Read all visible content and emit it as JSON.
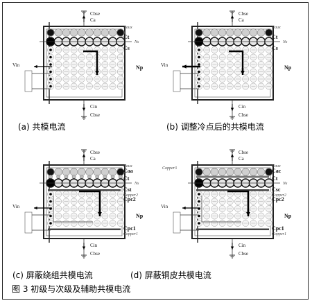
{
  "figure_caption": "图 3 初级与次级及辅助共模电流",
  "panels": [
    {
      "caption": "(a)   共模电流",
      "labels": {
        "top_a": "Cbse",
        "top_b": "Ca",
        "naux": "Naux",
        "ct": "Ct",
        "ns": "Ns",
        "cs": "Cs",
        "np": "Np",
        "vin": "Vin",
        "bottom_a": "Cin",
        "bottom_b": "Cbse"
      }
    },
    {
      "caption": "(b) 调整冷点后的共模电流",
      "labels": {
        "top_a": "Cbse",
        "top_b": "Ca",
        "naux": "Naux",
        "ct": "Ct",
        "ns": "Ns",
        "cs": "Cs",
        "np": "Np",
        "vin": "Vin",
        "bottom_a": "Cin",
        "bottom_b": "Cbse"
      }
    },
    {
      "caption": "(c) 屏蔽绕组共模电流",
      "labels": {
        "top_a": "Cbse",
        "top_b": "Ca",
        "naux": "Naux",
        "caa": "Caa",
        "ct": "Ct",
        "ns": "Ns",
        "cst": "Cst",
        "copper2": "Copper2",
        "cpc2": "Cpc2",
        "np": "Np",
        "vin": "Vin",
        "cpc1": "Cpc1",
        "copper1": "Copper1",
        "bottom_a": "Cin",
        "bottom_b": "Cbse"
      }
    },
    {
      "caption": "(d) 屏蔽铜皮共模电流",
      "labels": {
        "top_a": "Cbse",
        "top_b": "Ca",
        "copper3": "Copper3",
        "naux": "Naux",
        "cac": "Cac",
        "ct": "Ct",
        "ns": "Ns",
        "csc": "Csc",
        "copper2": "Copper2",
        "cpc2": "Cpc2",
        "np": "Np",
        "vin": "Vin",
        "cpc1": "Cpc1",
        "copper1": "Copper1",
        "bottom_a": "Cin",
        "bottom_b": "Cbse"
      }
    }
  ]
}
